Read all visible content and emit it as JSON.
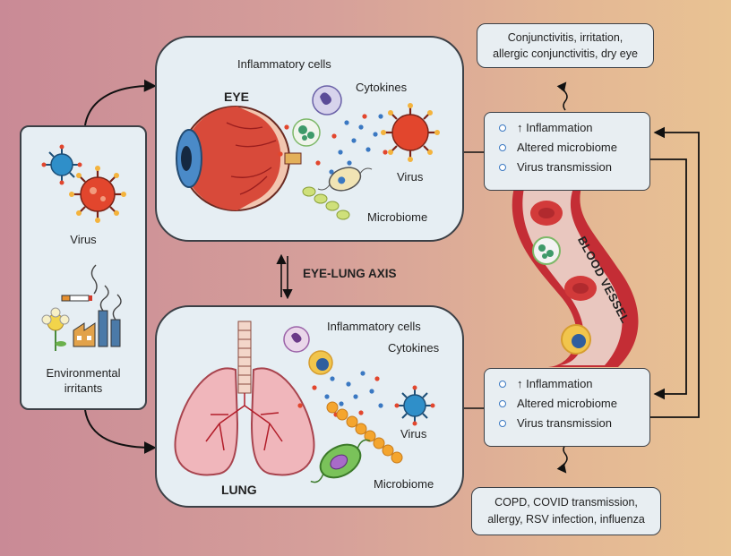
{
  "left_panel": {
    "virus_label": "Virus",
    "irritants_label": "Environmental irritants"
  },
  "eye_panel": {
    "title": "EYE",
    "inflammatory_cells": "Inflammatory cells",
    "cytokines": "Cytokines",
    "virus": "Virus",
    "microbiome": "Microbiome"
  },
  "lung_panel": {
    "title": "LUNG",
    "inflammatory_cells": "Inflammatory cells",
    "cytokines": "Cytokines",
    "virus": "Virus",
    "microbiome": "Microbiome"
  },
  "axis_label": "EYE-LUNG AXIS",
  "blood_vessel_label": "BLOOD VESSEL",
  "eye_effects": {
    "items": [
      "↑ Inflammation",
      "Altered microbiome",
      "Virus transmission"
    ]
  },
  "lung_effects": {
    "items": [
      "↑ Inflammation",
      "Altered microbiome",
      "Virus transmission"
    ]
  },
  "eye_outcomes": {
    "line1": "Conjunctivitis, irritation,",
    "line2": "allergic conjunctivitis, dry eye"
  },
  "lung_outcomes": {
    "line1": "COPD, COVID transmission,",
    "line2": "allergy, RSV infection, influenza"
  },
  "colors": {
    "virus_red": "#e2462d",
    "virus_blue": "#2f8fc9",
    "blood_red": "#c42d35",
    "bullet_blue": "#3a78c2"
  }
}
